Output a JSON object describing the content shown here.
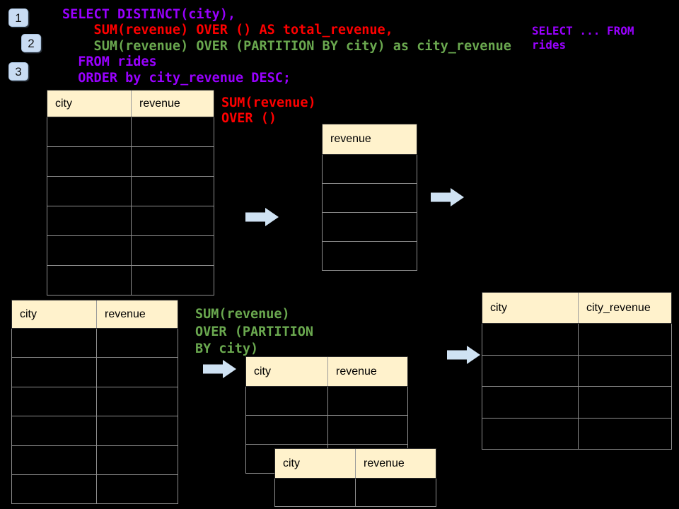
{
  "colors": {
    "background": "#000000",
    "code_purple": "#9900FF",
    "code_red": "#FF0000",
    "code_green": "#6AA84F",
    "arrow_fill": "#CFE2F3",
    "badge_fill": "#C9DCF3",
    "badge_border": "#A9C2DD",
    "table_header_fill": "#FFF2CC",
    "table_header_border": "#2B2B2B",
    "table_row_border": "#8F8F8F"
  },
  "step_badges": [
    {
      "label": "1"
    },
    {
      "label": "2"
    },
    {
      "label": "3"
    }
  ],
  "sql_code": {
    "lines": [
      {
        "text": "SELECT DISTINCT(city),",
        "color": "code_purple"
      },
      {
        "text": "    SUM(revenue) OVER () AS total_revenue,",
        "color": "code_red"
      },
      {
        "text": "    SUM(revenue) OVER (PARTITION BY city) as city_revenue",
        "color": "code_green"
      },
      {
        "text": "  FROM rides",
        "color": "code_purple"
      },
      {
        "text": "  ORDER by city_revenue DESC;",
        "color": "code_purple"
      }
    ]
  },
  "side_note": {
    "lines": [
      {
        "text": "SELECT ... FROM",
        "color": "code_purple"
      },
      {
        "text": "rides",
        "color": "code_purple"
      }
    ]
  },
  "label_total_window": {
    "lines": [
      {
        "text": "SUM(revenue)",
        "color": "code_red"
      },
      {
        "text": "OVER ()",
        "color": "code_red"
      }
    ]
  },
  "label_partition_window": {
    "lines": [
      {
        "text": "SUM(revenue)",
        "color": "code_green"
      },
      {
        "text": "OVER (PARTITION",
        "color": "code_green"
      },
      {
        "text": "BY city)",
        "color": "code_green"
      }
    ]
  },
  "tables": {
    "rides_source_top": {
      "columns": [
        "city",
        "revenue"
      ],
      "row_count": 6
    },
    "total_revenue_result": {
      "columns": [
        "revenue"
      ],
      "row_count": 4
    },
    "rides_source_bottom": {
      "columns": [
        "city",
        "revenue"
      ],
      "row_count": 6
    },
    "partition_step": {
      "columns": [
        "city",
        "revenue"
      ],
      "row_count": 3
    },
    "partition_step_overlay": {
      "columns": [
        "city",
        "revenue"
      ],
      "row_count": 1
    },
    "city_revenue_result": {
      "columns": [
        "city",
        "city_revenue"
      ],
      "row_count": 4
    }
  }
}
